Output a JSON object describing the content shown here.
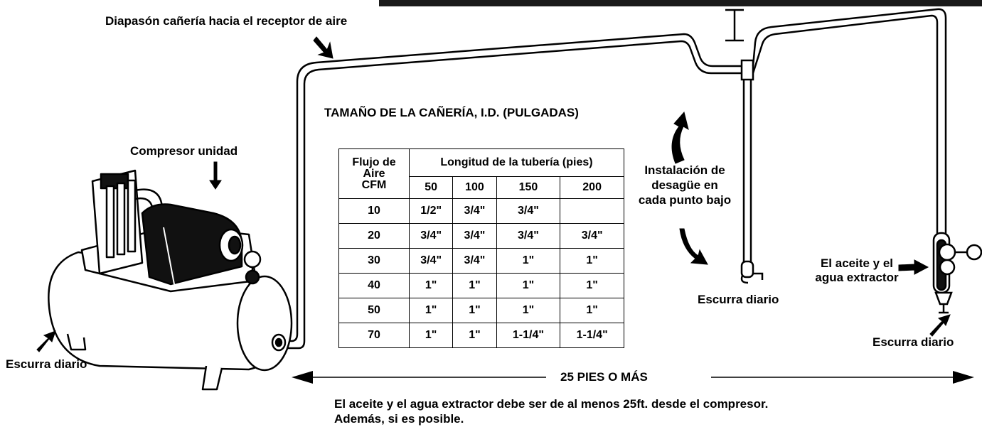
{
  "labels": {
    "pipe_to_receiver": "Diapasón cañería hacia el receptor de aire",
    "compressor_unit": "Compresor unidad",
    "drain_left": "Escurra diario",
    "pipe_size_title": "TAMAÑO DE LA CAÑERÍA, I.D. (PULGADAS)",
    "drain_install": [
      "Instalación de",
      "desagüe en",
      "cada punto bajo"
    ],
    "drain_middle": "Escurra diario",
    "extractor": [
      "El aceite y el",
      "agua extractor"
    ],
    "drain_right": "Escurra diario",
    "distance": "25 PIES O MÁS",
    "note_line1": "El aceite y el agua extractor debe ser de al menos 25ft. desde el compresor.",
    "note_line2": "Además, si es posible."
  },
  "table": {
    "flow_header": [
      "Flujo de",
      "Aire",
      "CFM"
    ],
    "length_header": "Longitud de la tubería (pies)",
    "length_columns": [
      "50",
      "100",
      "150",
      "200"
    ],
    "rows": [
      {
        "cfm": "10",
        "values": [
          "1/2\"",
          "3/4\"",
          "3/4\"",
          ""
        ]
      },
      {
        "cfm": "20",
        "values": [
          "3/4\"",
          "3/4\"",
          "3/4\"",
          "3/4\""
        ]
      },
      {
        "cfm": "30",
        "values": [
          "3/4\"",
          "3/4\"",
          "1\"",
          "1\""
        ]
      },
      {
        "cfm": "40",
        "values": [
          "1\"",
          "1\"",
          "1\"",
          "1\""
        ]
      },
      {
        "cfm": "50",
        "values": [
          "1\"",
          "1\"",
          "1\"",
          "1\""
        ]
      },
      {
        "cfm": "70",
        "values": [
          "1\"",
          "1\"",
          "1-1/4\"",
          "1-1/4\""
        ]
      }
    ]
  },
  "icons": [
    "compressor-icon",
    "oil-water-extractor-icon",
    "drain-valve-icon",
    "arrow-icon"
  ]
}
